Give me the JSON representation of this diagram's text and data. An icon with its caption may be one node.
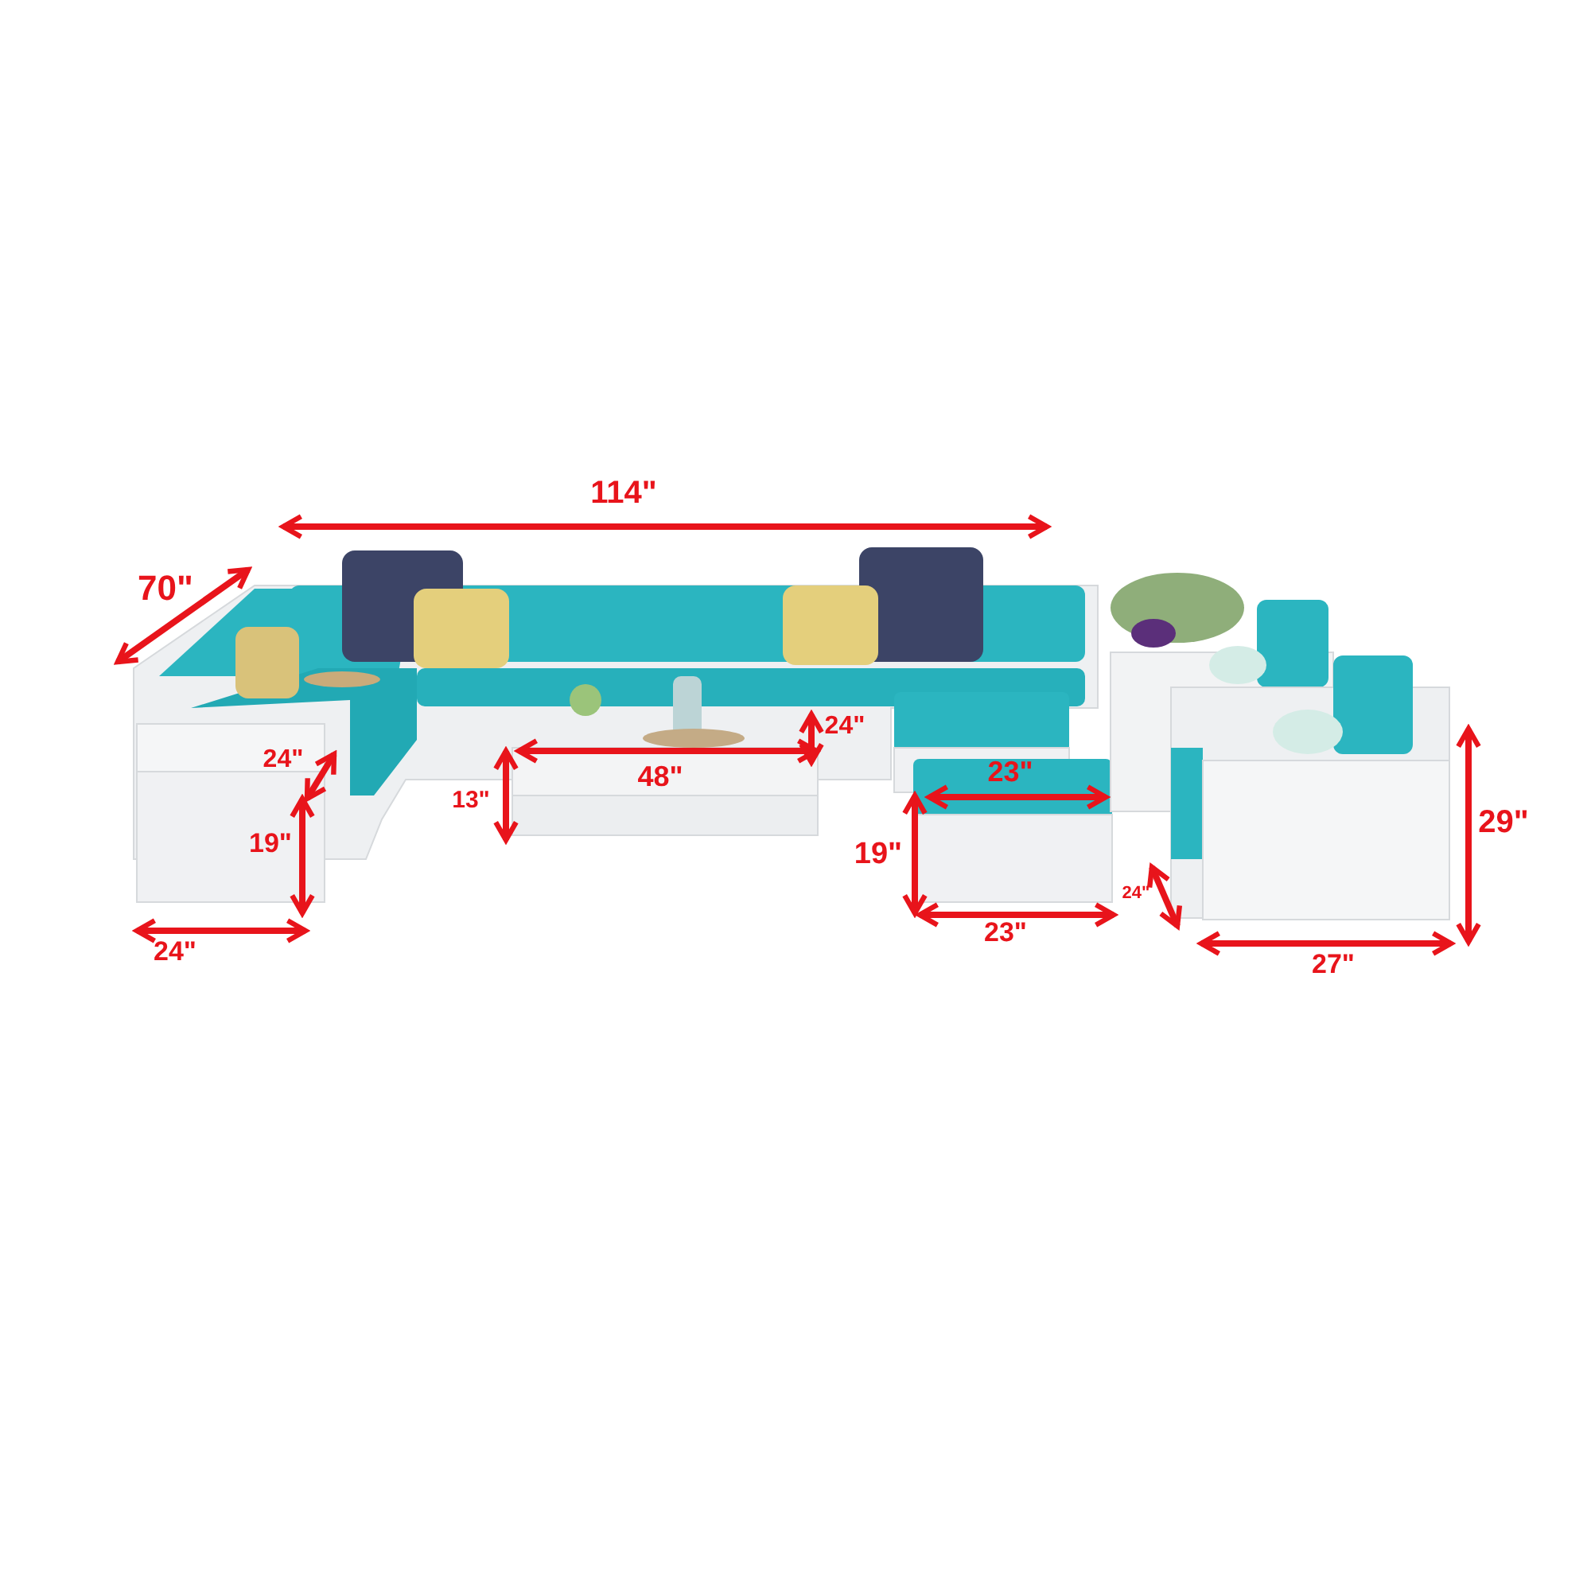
{
  "diagram": {
    "labels": [
      "114\"",
      "70\"",
      "24\"",
      "24\"",
      "23\"",
      "48\"",
      "13\"",
      "29\"",
      "19\"",
      "19\"",
      "24\"",
      "23\"",
      "24\"",
      "27\""
    ]
  }
}
